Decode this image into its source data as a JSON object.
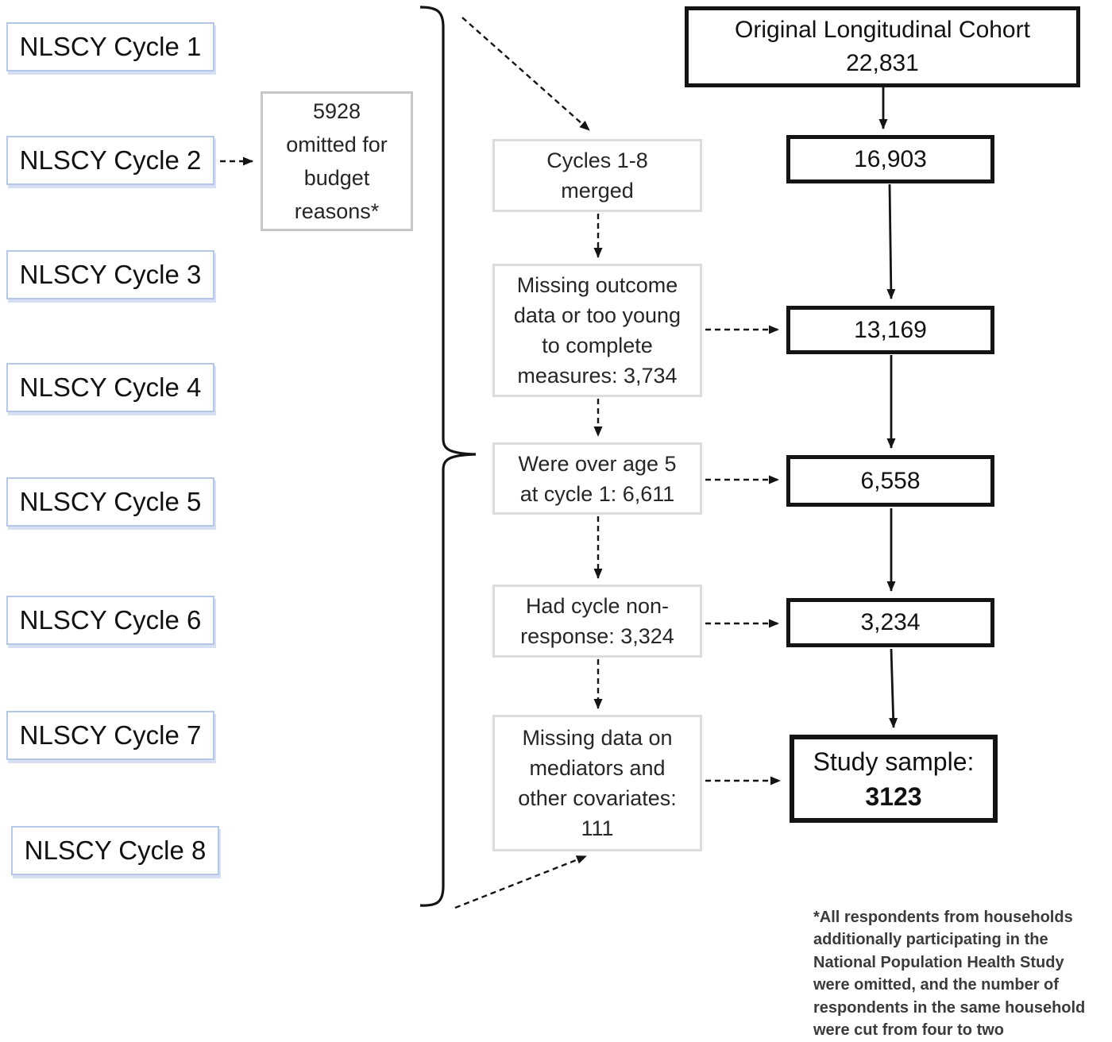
{
  "figure": {
    "left_column": {
      "items": [
        {
          "label": "NLSCY Cycle 1"
        },
        {
          "label": "NLSCY Cycle 2"
        },
        {
          "label": "NLSCY Cycle 3"
        },
        {
          "label": "NLSCY Cycle 4"
        },
        {
          "label": "NLSCY Cycle 5"
        },
        {
          "label": "NLSCY Cycle 6"
        },
        {
          "label": "NLSCY Cycle 7"
        },
        {
          "label": "NLSCY Cycle 8"
        }
      ]
    },
    "budget_note": "5928\nomitted for\nbudget\nreasons*",
    "exclusions": [
      {
        "text": "Cycles 1-8\nmerged"
      },
      {
        "text": "Missing outcome\ndata or too young\nto complete\nmeasures: 3,734"
      },
      {
        "text": "Were over age 5\nat cycle 1: 6,611"
      },
      {
        "text": "Had cycle non-\nresponse: 3,324"
      },
      {
        "text": "Missing data on\nmediators and\nother covariates:\n111"
      }
    ],
    "cohort": {
      "top_box": "Original Longitudinal Cohort\n22,831",
      "counts": [
        "16,903",
        "13,169",
        "6,558",
        "3,234"
      ],
      "study_sample_label": "Study sample:",
      "study_sample_value": "3123"
    },
    "footnote": "*All respondents from households\nadditionally participating in the\nNational Population Health Study\nwere omitted, and the number of\nrespondents in the same household\nwere cut from four to two"
  },
  "colors": {
    "cycle-border": "#b4c7e7",
    "gray-border": "#dcdcdc",
    "note-border": "#c6c6c6",
    "dark-border": "#141414",
    "text": "#1f1f1f",
    "footnote-text": "#3b3b3b"
  }
}
